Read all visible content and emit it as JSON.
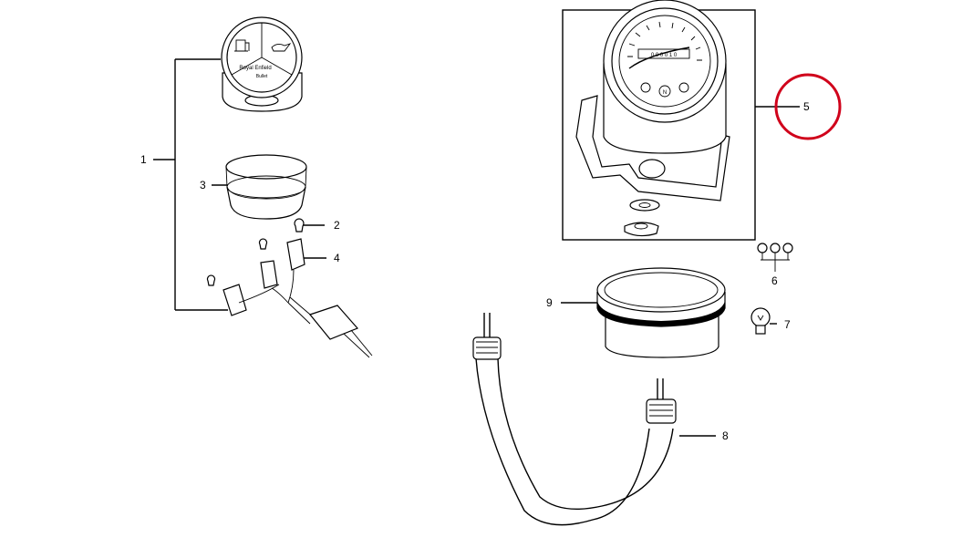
{
  "callouts": {
    "c1": "1",
    "c2": "2",
    "c3": "3",
    "c4": "4",
    "c5": "5",
    "c6": "6",
    "c7": "7",
    "c8": "8",
    "c9": "9"
  },
  "gauge_face": {
    "brand": "Royal Enfield",
    "sub": "Bullet"
  },
  "speedo_face": {
    "odometer": "0 0 0 0 1 0",
    "neutral": "N"
  },
  "colors": {
    "highlight_circle": "#d0021b",
    "line": "#000000",
    "background": "#ffffff"
  }
}
